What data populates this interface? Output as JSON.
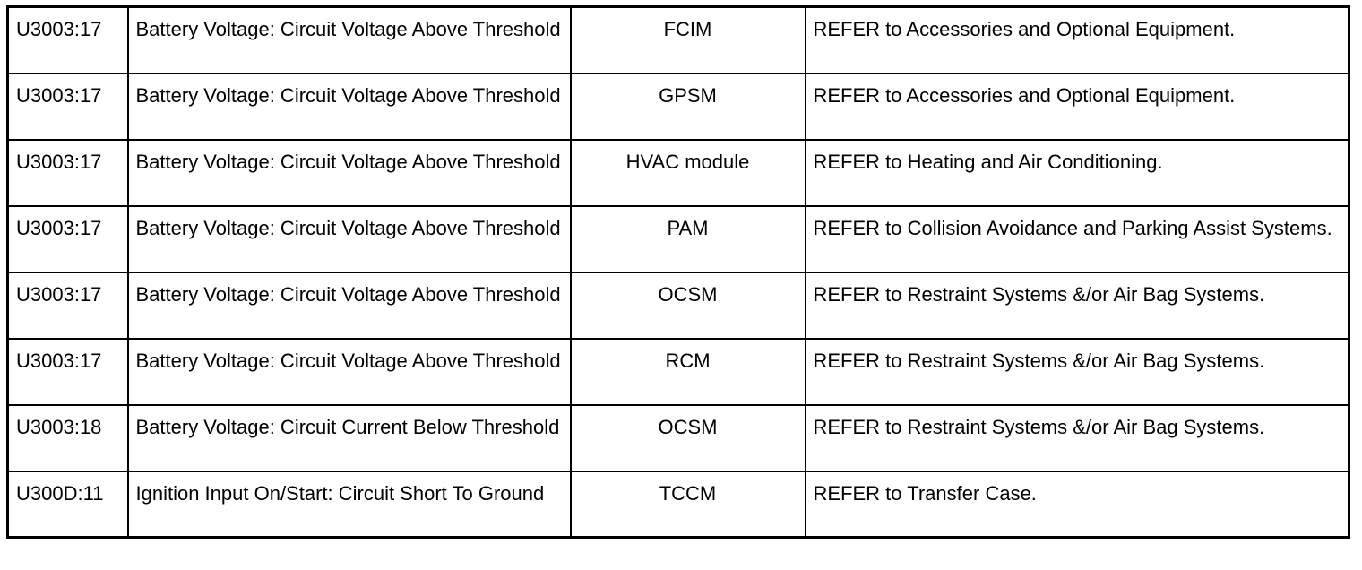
{
  "rows": [
    {
      "code": "U3003:17",
      "description": "Battery Voltage: Circuit Voltage Above Threshold",
      "module": "FCIM",
      "action": "REFER to Accessories and Optional Equipment."
    },
    {
      "code": "U3003:17",
      "description": "Battery Voltage: Circuit Voltage Above Threshold",
      "module": "GPSM",
      "action": "REFER to Accessories and Optional Equipment."
    },
    {
      "code": "U3003:17",
      "description": "Battery Voltage: Circuit Voltage Above Threshold",
      "module": "HVAC module",
      "action": "REFER to Heating and Air Conditioning."
    },
    {
      "code": "U3003:17",
      "description": "Battery Voltage: Circuit Voltage Above Threshold",
      "module": "PAM",
      "action": "REFER to Collision Avoidance and Parking Assist Systems."
    },
    {
      "code": "U3003:17",
      "description": "Battery Voltage: Circuit Voltage Above Threshold",
      "module": "OCSM",
      "action": "REFER to Restraint Systems &/or Air Bag Systems."
    },
    {
      "code": "U3003:17",
      "description": "Battery Voltage: Circuit Voltage Above Threshold",
      "module": "RCM",
      "action": "REFER to Restraint Systems &/or Air Bag Systems."
    },
    {
      "code": "U3003:18",
      "description": "Battery Voltage: Circuit Current Below Threshold",
      "module": "OCSM",
      "action": "REFER to Restraint Systems &/or Air Bag Systems."
    },
    {
      "code": "U300D:11",
      "description": "Ignition Input On/Start: Circuit Short To Ground",
      "module": "TCCM",
      "action": "REFER to Transfer Case."
    }
  ]
}
